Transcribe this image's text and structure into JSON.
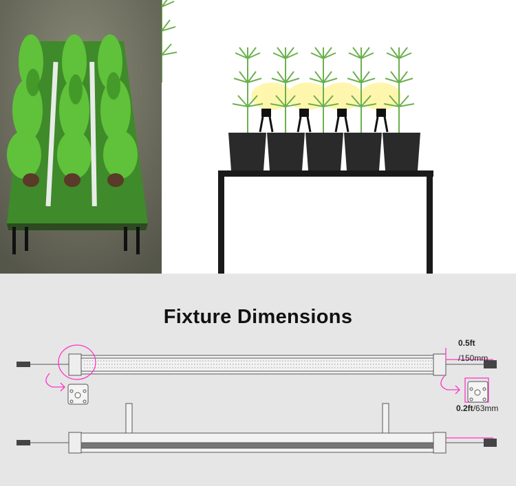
{
  "title": "Fixture Dimensions",
  "dimensions": {
    "cable_length_value": "0.5ft",
    "cable_length_metric": "/150mm",
    "end_cap_value": "0.2ft",
    "end_cap_metric": "/63mm"
  },
  "colors": {
    "accent": "#ff33cc",
    "photo_bg": "#6f7060",
    "plant_green": "#4caf2a",
    "table_black": "#1a1a1a",
    "panel_bg": "#e6e6e6"
  }
}
